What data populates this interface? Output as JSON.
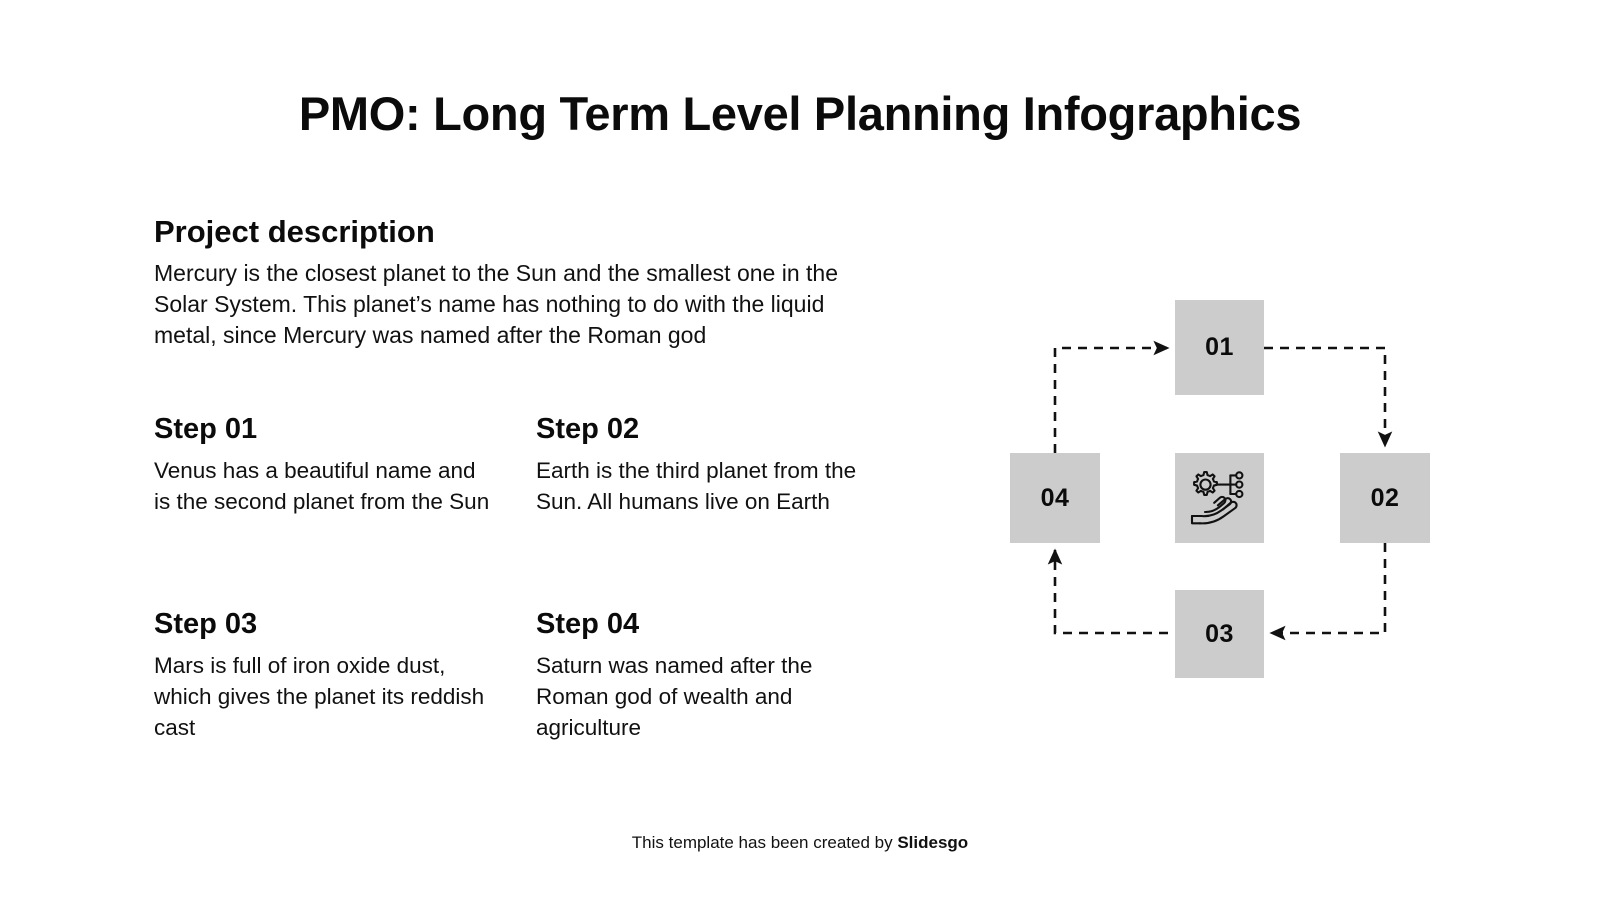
{
  "slide": {
    "title": "PMO: Long Term Level Planning Infographics",
    "background_color": "#ffffff",
    "text_color": "#0b0b0b",
    "accent_gray": "#cccccc"
  },
  "project_description": {
    "heading": "Project description",
    "body": "Mercury is the closest planet to the Sun and the smallest one in the Solar System. This planet’s name has nothing to do with the liquid metal, since Mercury was named after the Roman god"
  },
  "steps": [
    {
      "title": "Step 01",
      "body": "Venus has a beautiful name and is the second planet from the Sun"
    },
    {
      "title": "Step 02",
      "body": "Earth is the third planet from the Sun. All humans live on Earth"
    },
    {
      "title": "Step 03",
      "body": "Mars is full of iron oxide dust, which gives the planet its reddish cast"
    },
    {
      "title": "Step 04",
      "body": "Saturn was named after the Roman god of wealth and agriculture"
    }
  ],
  "diagram": {
    "type": "cycle",
    "center_icon": "gear-on-hand-network-icon",
    "node_fill": "#cccccc",
    "connector_style": "dashed",
    "connector_color": "#111111",
    "nodes": [
      {
        "id": "01",
        "label": "01",
        "position": "top"
      },
      {
        "id": "02",
        "label": "02",
        "position": "right"
      },
      {
        "id": "03",
        "label": "03",
        "position": "bottom"
      },
      {
        "id": "04",
        "label": "04",
        "position": "left"
      }
    ],
    "connections": [
      {
        "from": "04",
        "to": "01",
        "arrow": "end"
      },
      {
        "from": "01",
        "to": "02",
        "arrow": "end"
      },
      {
        "from": "02",
        "to": "03",
        "arrow": "end"
      },
      {
        "from": "03",
        "to": "04",
        "arrow": "end"
      }
    ]
  },
  "footer": {
    "text": "This template has been created by ",
    "brand": "Slidesgo"
  }
}
